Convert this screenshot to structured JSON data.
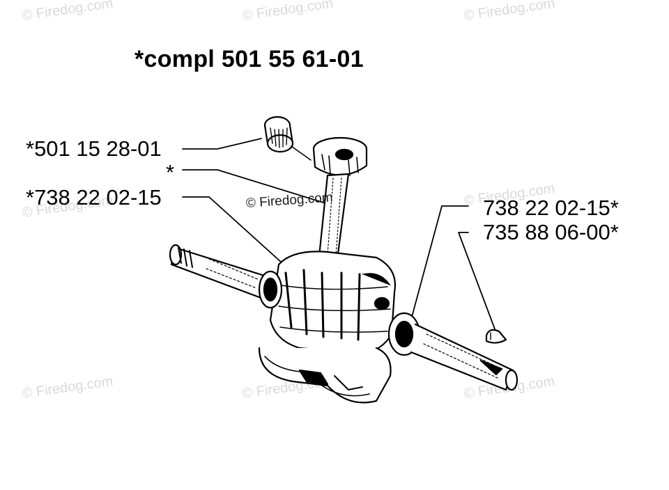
{
  "title": "*compl 501 55 61-01",
  "parts": {
    "bearing_top": "*501 15 28-01",
    "star_marker": "*",
    "bearing_left": "*738 22 02-15",
    "bearing_right": "738 22 02-15*",
    "key_part": "735 88 06-00*"
  },
  "watermark": {
    "text": "© Firedog.com"
  },
  "icons": {
    "crankshaft": "crankshaft-drawing",
    "needle_bearing": "needle-bearing-drawing",
    "woodruff_key": "woodruff-key-drawing"
  }
}
